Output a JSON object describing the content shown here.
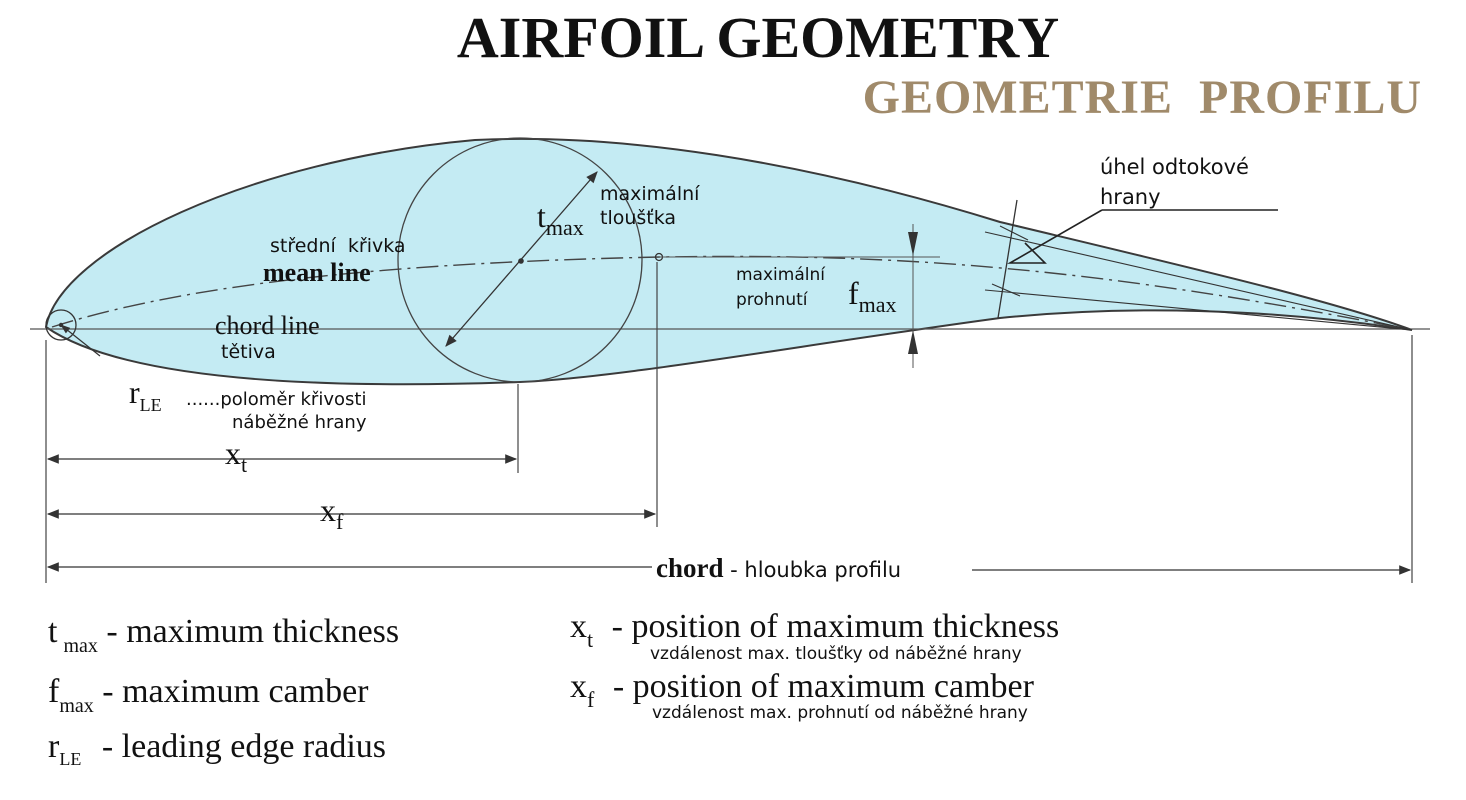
{
  "title": "AIRFOIL GEOMETRY",
  "subtitle": "GEOMETRIE  PROFILU",
  "labels": {
    "tmax_sym": "t",
    "tmax_sub": "max",
    "tmax_cz": [
      "maximální",
      "tloušťka"
    ],
    "mean_cz": "střední  křivka",
    "mean_en": "mean line",
    "chord_en": "chord line",
    "chord_cz": "tětiva",
    "camber_cz": [
      "maximální",
      "prohnutí"
    ],
    "fmax_sym": "f",
    "fmax_sub": "max",
    "te_angle_cz": [
      "úhel odtokové",
      "hrany"
    ],
    "rle_sym": "r",
    "rle_sub": "LE",
    "rle_cz": [
      "......poloměr křivosti",
      "náběžné hrany"
    ],
    "xt_sym": "x",
    "xt_sub": "t",
    "xf_sym": "x",
    "xf_sub": "f",
    "chord_dim_en": "chord",
    "chord_dim_cz": " - hloubka profilu"
  },
  "legend_left": [
    {
      "sym": "t",
      "sub": "max",
      "text": " - maximum thickness"
    },
    {
      "sym": "f",
      "sub": "max",
      "text": " - maximum camber"
    },
    {
      "sym": "r",
      "sub": "LE",
      "text": " - leading edge radius"
    }
  ],
  "legend_right": [
    {
      "sym": "x",
      "sub": "t",
      "text": " - position of maximum thickness",
      "note": "vzdálenost max. tloušťky od náběžné hrany"
    },
    {
      "sym": "x",
      "sub": "f",
      "text": " - position of maximum camber",
      "note": "vzdálenost max. prohnutí od náběžné hrany"
    }
  ],
  "colors": {
    "airfoil_fill": "#c4ebf3",
    "airfoil_stroke": "#333333",
    "subtitle": "#a08a6a",
    "line": "#333333"
  }
}
